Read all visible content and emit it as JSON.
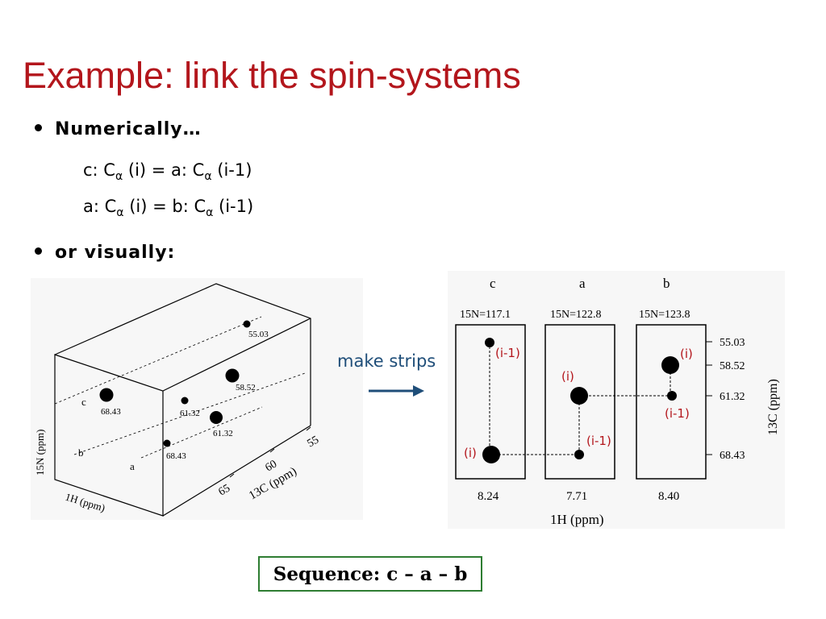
{
  "title": "Example: link the spin-systems",
  "bullets": {
    "numerically": "Numerically…",
    "visually": "or visually:"
  },
  "equations": [
    {
      "left_res": "c: C",
      "left_sub": "α",
      "left_idx": " (i) = ",
      "right_res": "a: C",
      "right_sub": "α",
      "right_idx": " (i-1)"
    },
    {
      "left_res": "a: C",
      "left_sub": "α",
      "left_idx": " (i) = ",
      "right_res": "b: C",
      "right_sub": "α",
      "right_idx": " (i-1)"
    }
  ],
  "arrow_label": "make strips",
  "cube": {
    "axis_n": "15N (ppm)",
    "axis_h": "1H (ppm)",
    "axis_c": "13C (ppm)",
    "row_labels": [
      "c",
      "b",
      "a"
    ],
    "c_ticks": [
      "55",
      "60",
      "65"
    ],
    "peak_labels": [
      "55.03",
      "58.52",
      "68.43",
      "61.32",
      "61.32",
      "68.43"
    ]
  },
  "strips": {
    "columns": [
      {
        "name": "c",
        "n_value": "15N=117.1",
        "h_value": "8.24"
      },
      {
        "name": "a",
        "n_value": "15N=122.8",
        "h_value": "7.71"
      },
      {
        "name": "b",
        "n_value": "15N=123.8",
        "h_value": "8.40"
      }
    ],
    "c_ticks": [
      "55.03",
      "58.52",
      "61.32",
      "68.43"
    ],
    "axis_c": "13C (ppm)",
    "axis_h": "1H (ppm)",
    "peak_labels": {
      "i": "(i)",
      "i_minus_1": "(i-1)"
    }
  },
  "sequence": "Sequence: c – a – b",
  "colors": {
    "title": "#b3161c",
    "annotation": "#b3161c",
    "arrow": "#1f4e79",
    "box_border": "#2e7d32"
  }
}
